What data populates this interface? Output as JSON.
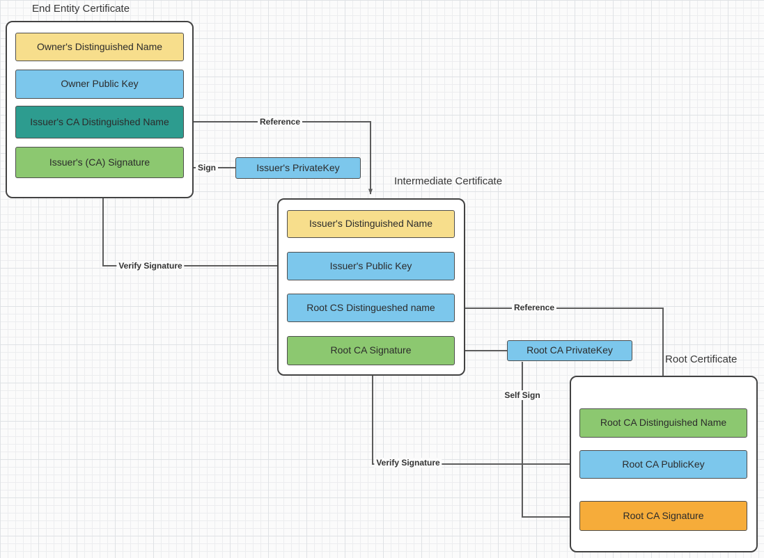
{
  "colors": {
    "yellow": "#f7de8c",
    "blue": "#7cc7ec",
    "teal": "#2d9c8f",
    "green": "#8cc870",
    "orange": "#f6ac3a",
    "line": "#5c5c5c",
    "group_border": "#424242"
  },
  "groups": {
    "end_entity": {
      "title": "End Entity Certificate",
      "boxes": [
        {
          "label": "Owner's Distinguished Name"
        },
        {
          "label": "Owner Public  Key"
        },
        {
          "label": "Issuer's CA Distinguished Name"
        },
        {
          "label": "Issuer's (CA) Signature"
        }
      ]
    },
    "intermediate": {
      "title": "Intermediate Certificate",
      "boxes": [
        {
          "label": "Issuer's Distinguished Name"
        },
        {
          "label": "Issuer's Public  Key"
        },
        {
          "label": "Root CS Distingueshed name"
        },
        {
          "label": "Root CA Signature"
        }
      ]
    },
    "root": {
      "title": "Root Certificate",
      "boxes": [
        {
          "label": "Root CA Distinguished Name"
        },
        {
          "label": "Root CA PublicKey"
        },
        {
          "label": "Root CA Signature"
        }
      ]
    }
  },
  "keys": {
    "issuer_private_key": "Issuer's PrivateKey",
    "root_private_key": "Root CA PrivateKey"
  },
  "arrow_labels": {
    "reference_top": "Reference",
    "sign": "Sign",
    "verify_signature_left": "Verify Signature",
    "reference_mid": "Reference",
    "self_sign": "Self Sign",
    "verify_signature_bottom": "Verify Signature"
  }
}
